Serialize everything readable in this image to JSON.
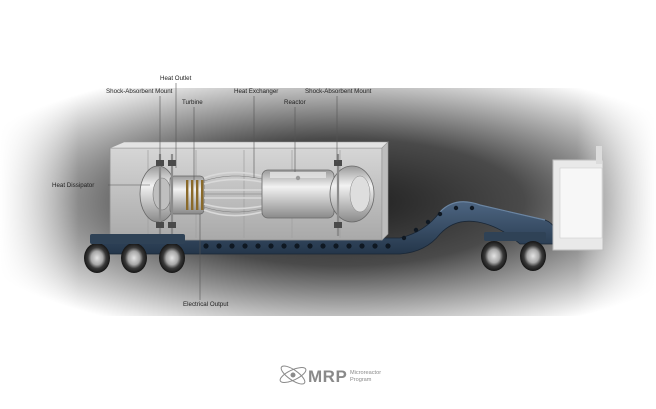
{
  "labels": {
    "heat_outlet": "Heat Outlet",
    "shock_mount_left": "Shock-Absorbent Mount",
    "turbine": "Turbine",
    "heat_exchanger": "Heat Exchanger",
    "reactor": "Reactor",
    "shock_mount_right": "Shock-Absorbent Mount",
    "heat_dissipator": "Heat Dissipator",
    "electrical_output": "Electrical Output"
  },
  "logo": {
    "mark": "MRP",
    "line1": "Microreactor",
    "line2": "Program"
  },
  "colors": {
    "trailer_blue": "#3a4f66",
    "container_gray": "#c9c9c9",
    "backdrop_dark": "#2a2a2a",
    "logo_gray": "#8a8a8a"
  },
  "icons": {
    "logo_mark": "atom-orbit-icon"
  }
}
